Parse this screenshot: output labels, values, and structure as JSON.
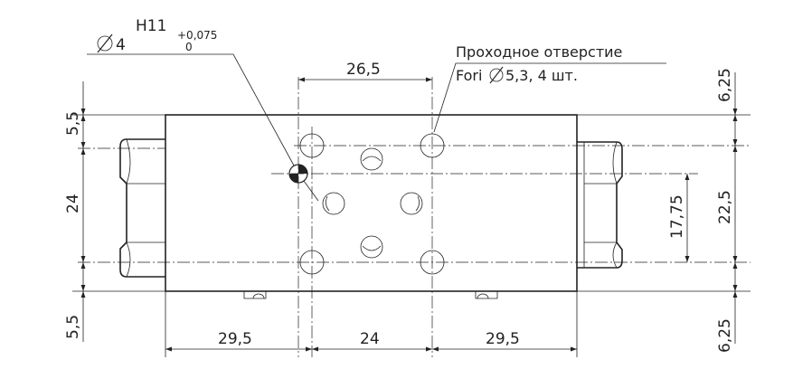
{
  "callouts": {
    "pin_diameter": "4",
    "pin_tolerance_class": "H11",
    "pin_tolerance_upper": "+0,075",
    "pin_tolerance_lower": "0",
    "through_hole_title": "Проходное отверстие",
    "through_hole_spec": "Fori ",
    "through_hole_value": "5,3, 4 шт."
  },
  "dimensions": {
    "top_hole_spacing": "26,5",
    "left_top": "5,5",
    "left_middle": "24",
    "left_bottom": "5,5",
    "bottom_left": "29,5",
    "bottom_middle": "24",
    "bottom_right": "29,5",
    "right_top": "6,25",
    "right_middle": "22,5",
    "right_bottom": "6,25",
    "right_inner": "17,75"
  },
  "symbols": {
    "diameter_symbol": "diameter-icon"
  }
}
